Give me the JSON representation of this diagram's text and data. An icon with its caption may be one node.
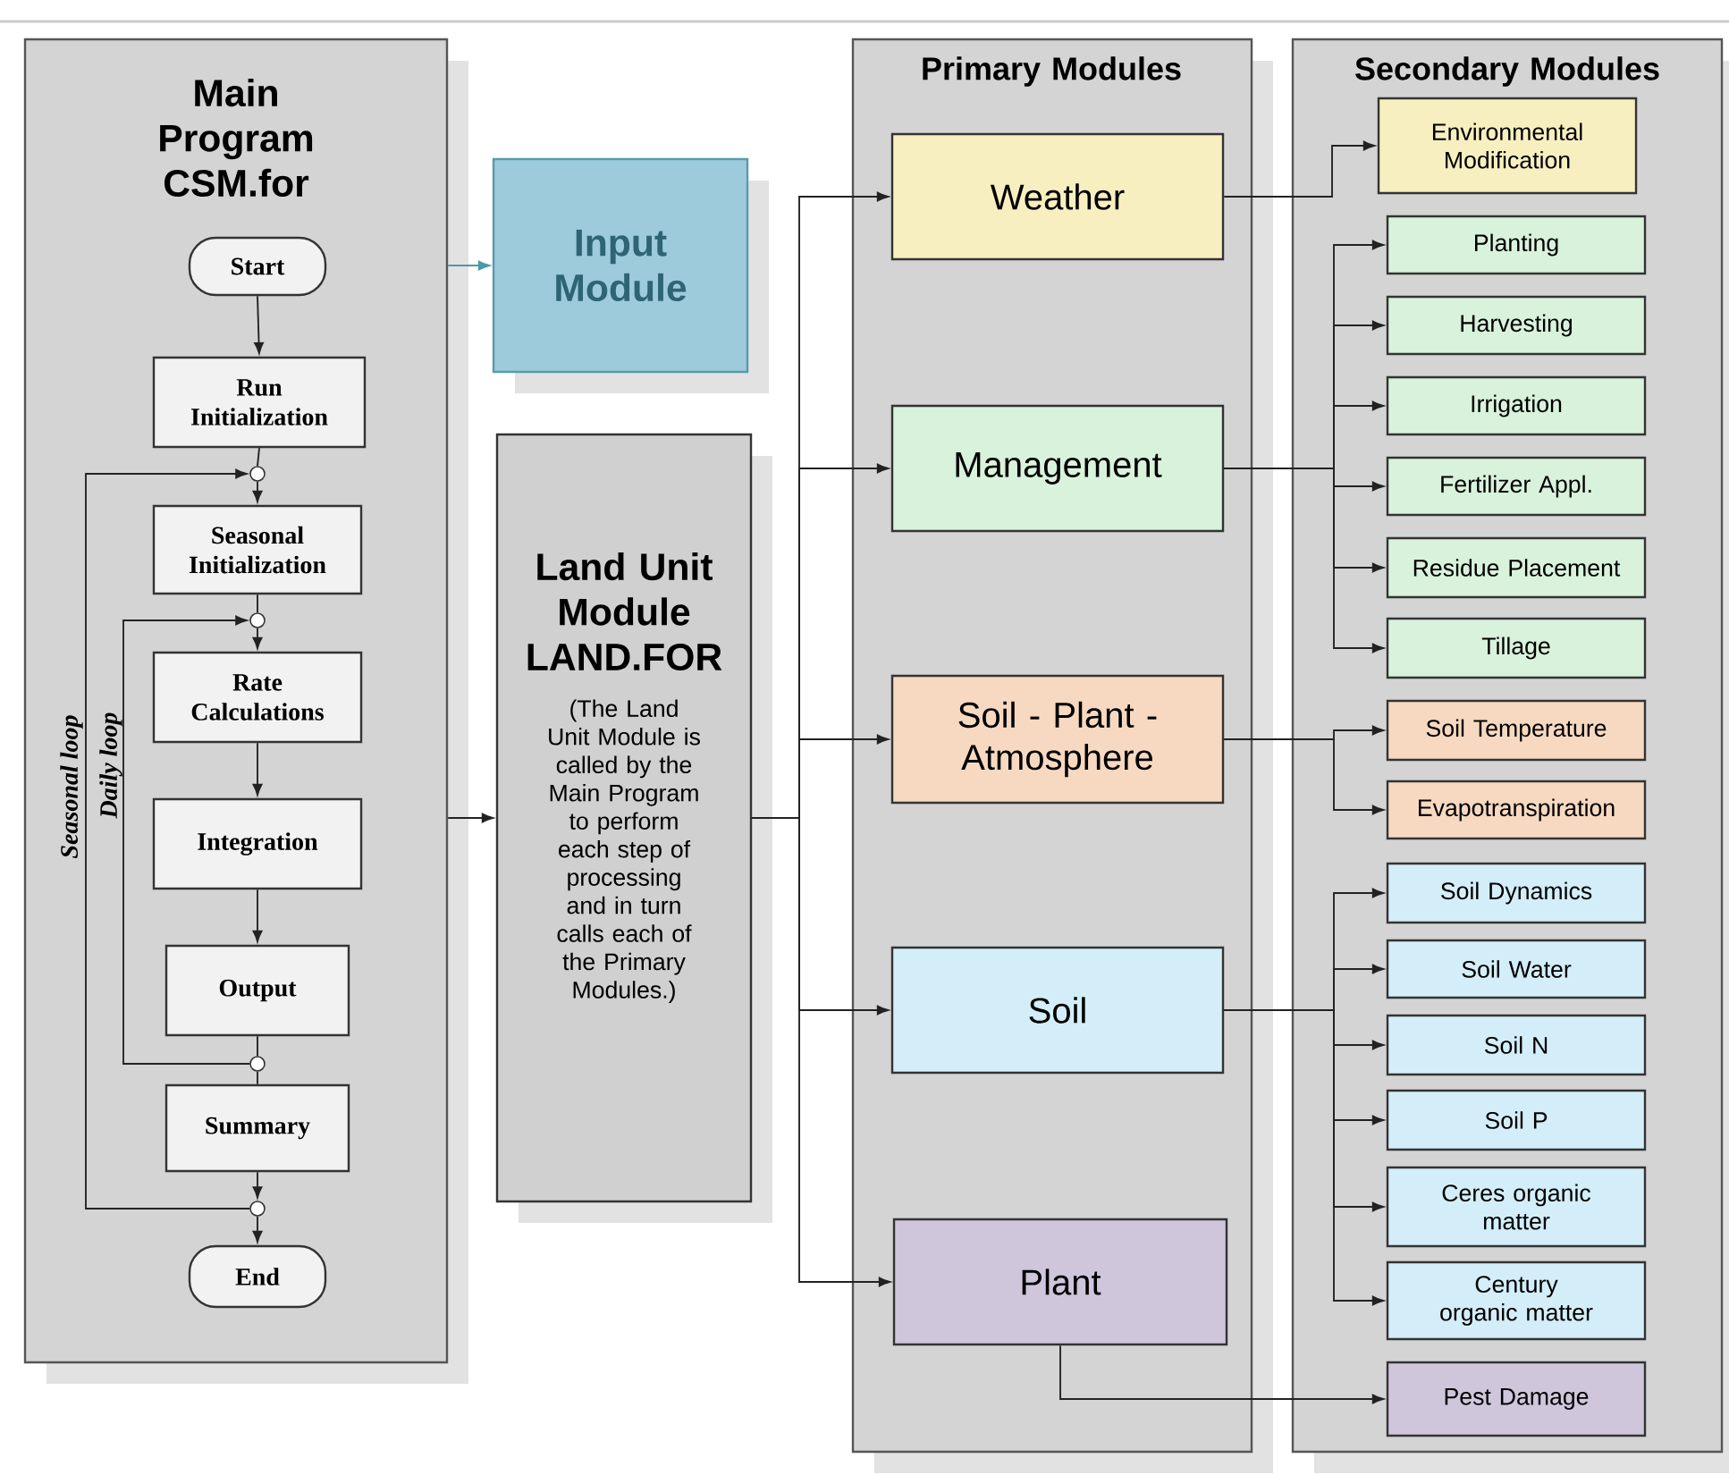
{
  "diagram": {
    "nodes": [
      {
        "text": [
          "Main Program CSM.for"
        ]
      },
      {
        "text": [
          "Start"
        ],
        "in": 0
      },
      {
        "text": [
          "Run Initialization"
        ],
        "in": 0
      },
      {
        "text": [
          "Seasonal Initialization"
        ],
        "in": 0
      },
      {
        "text": [
          "Rate Calculations"
        ],
        "in": 0
      },
      {
        "text": [
          "Integration"
        ],
        "in": 0
      },
      {
        "text": [
          "Output"
        ],
        "in": 0
      },
      {
        "text": [
          "Summary"
        ],
        "in": 0
      },
      {
        "text": [
          "End"
        ],
        "in": 0
      },
      {
        "text": [
          "Input Module"
        ]
      },
      {
        "text": [
          "Land Unit Module LAND.FOR",
          "(The Land Unit Module is called by the Main Program to perform each step of processing and in turn calls each of the Primary Modules.)"
        ]
      },
      {
        "text": [
          "Primary Modules"
        ]
      },
      {
        "text": [
          "Weather"
        ],
        "in": 11
      },
      {
        "text": [
          "Management"
        ],
        "in": 11
      },
      {
        "text": [
          "Soil - Plant - Atmosphere"
        ],
        "in": 11
      },
      {
        "text": [
          "Soil"
        ],
        "in": 11
      },
      {
        "text": [
          "Plant"
        ],
        "in": 11
      },
      {
        "text": [
          "Secondary Modules"
        ]
      },
      {
        "text": [
          "Environmental Modification"
        ],
        "in": 17
      },
      {
        "text": [
          "Planting"
        ],
        "in": 17
      },
      {
        "text": [
          "Harvesting"
        ],
        "in": 17
      },
      {
        "text": [
          "Irrigation"
        ],
        "in": 17
      },
      {
        "text": [
          "Fertilizer Appl."
        ],
        "in": 17
      },
      {
        "text": [
          "Residue Placement"
        ],
        "in": 17
      },
      {
        "text": [
          "Tillage"
        ],
        "in": 17
      },
      {
        "text": [
          "Soil Temperature"
        ],
        "in": 17
      },
      {
        "text": [
          "Evapotranspiration"
        ],
        "in": 17
      },
      {
        "text": [
          "Soil Dynamics"
        ],
        "in": 17
      },
      {
        "text": [
          "Soil Water"
        ],
        "in": 17
      },
      {
        "text": [
          "Soil N"
        ],
        "in": 17
      },
      {
        "text": [
          "Soil P"
        ],
        "in": 17
      },
      {
        "text": [
          "Ceres organic matter"
        ],
        "in": 17
      },
      {
        "text": [
          "Century organic matter"
        ],
        "in": 17
      },
      {
        "text": [
          "Pest Damage"
        ],
        "in": 17
      },
      {
        "text": [],
        "shape": "circle",
        "in": 0
      },
      {
        "text": [],
        "shape": "circle",
        "in": 0
      },
      {
        "text": [],
        "shape": "circle",
        "in": 0
      },
      {
        "text": [],
        "shape": "circle",
        "in": 0
      }
    ],
    "edges": [
      {
        "from": 1,
        "to": 2,
        "arrow": "to"
      },
      {
        "from": 2,
        "to": 34,
        "arrow": "none"
      },
      {
        "from": 34,
        "to": 3,
        "arrow": "to"
      },
      {
        "from": 3,
        "to": 35,
        "arrow": "none"
      },
      {
        "from": 35,
        "to": 4,
        "arrow": "to"
      },
      {
        "from": 4,
        "to": 5,
        "arrow": "to"
      },
      {
        "from": 5,
        "to": 6,
        "arrow": "to"
      },
      {
        "from": 6,
        "to": 36,
        "arrow": "none"
      },
      {
        "from": 36,
        "to": 7,
        "arrow": "none"
      },
      {
        "from": 7,
        "to": 37,
        "arrow": "to"
      },
      {
        "from": 37,
        "to": 8,
        "arrow": "to"
      },
      {
        "from": 37,
        "to": 34,
        "arrow": "to",
        "label": "Seasonal loop"
      },
      {
        "from": 36,
        "to": 35,
        "arrow": "to",
        "label": "Daily loop"
      },
      {
        "from": 0,
        "to": 9,
        "arrow": "to",
        "color": "#4a9aab"
      },
      {
        "from": 0,
        "to": 10,
        "arrow": "to"
      },
      {
        "from": 10,
        "to": 12,
        "arrow": "to"
      },
      {
        "from": 10,
        "to": 13,
        "arrow": "to"
      },
      {
        "from": 10,
        "to": 14,
        "arrow": "to"
      },
      {
        "from": 10,
        "to": 15,
        "arrow": "to"
      },
      {
        "from": 10,
        "to": 16,
        "arrow": "to"
      },
      {
        "from": 12,
        "to": 18,
        "arrow": "to"
      },
      {
        "from": 13,
        "to": 19,
        "arrow": "to"
      },
      {
        "from": 13,
        "to": 20,
        "arrow": "to"
      },
      {
        "from": 13,
        "to": 21,
        "arrow": "to"
      },
      {
        "from": 13,
        "to": 22,
        "arrow": "to"
      },
      {
        "from": 13,
        "to": 23,
        "arrow": "to"
      },
      {
        "from": 13,
        "to": 24,
        "arrow": "to"
      },
      {
        "from": 14,
        "to": 25,
        "arrow": "to"
      },
      {
        "from": 14,
        "to": 26,
        "arrow": "to"
      },
      {
        "from": 15,
        "to": 27,
        "arrow": "to"
      },
      {
        "from": 15,
        "to": 28,
        "arrow": "to"
      },
      {
        "from": 15,
        "to": 29,
        "arrow": "to"
      },
      {
        "from": 15,
        "to": 30,
        "arrow": "to"
      },
      {
        "from": 15,
        "to": 31,
        "arrow": "to"
      },
      {
        "from": 15,
        "to": 32,
        "arrow": "to"
      },
      {
        "from": 16,
        "to": 33,
        "arrow": "to"
      }
    ]
  }
}
